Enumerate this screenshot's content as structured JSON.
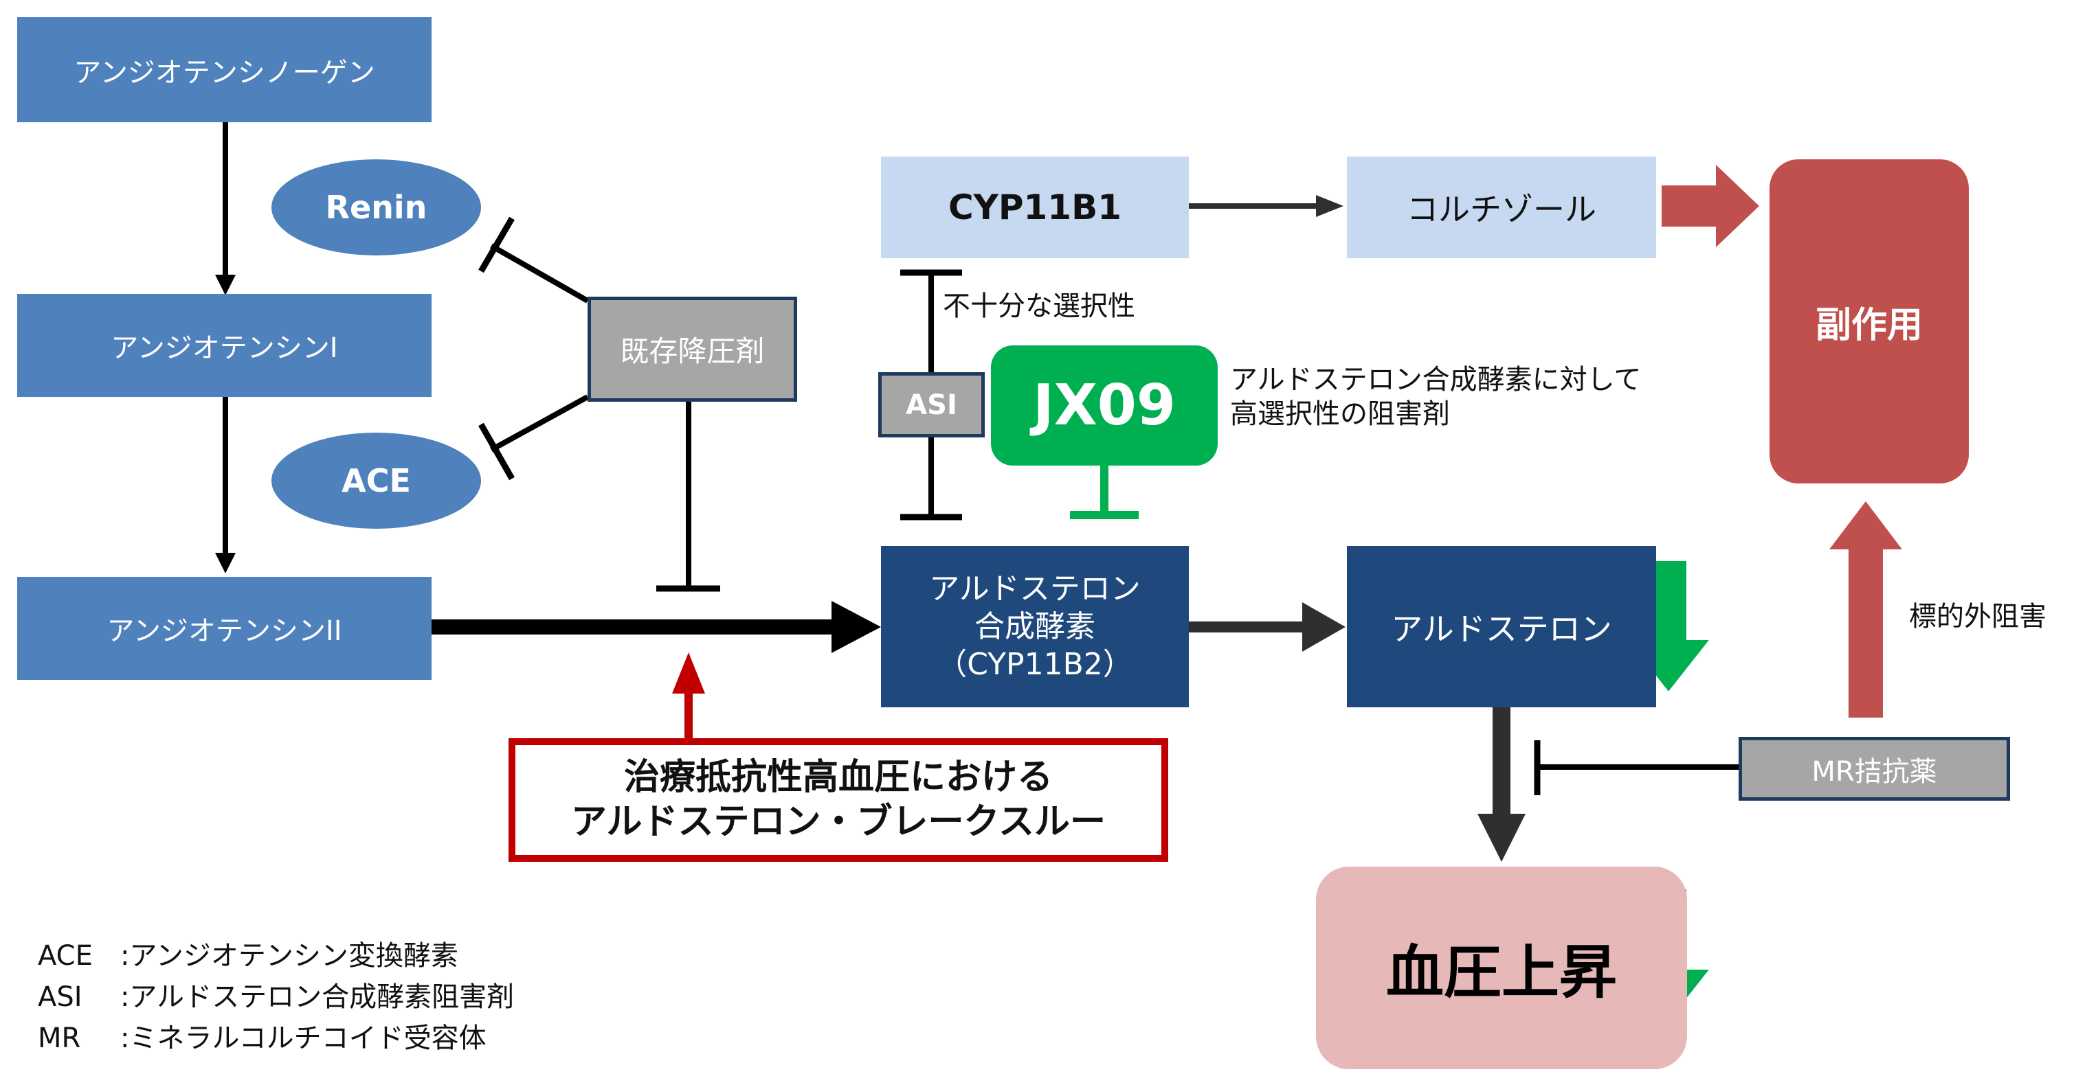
{
  "colors": {
    "blue": "#4F81BD",
    "light_blue": "#C6D9F1",
    "navy": "#1F497D",
    "red": "#C0504D",
    "dark_red": "#C00000",
    "pink": "#E6B9B8",
    "green": "#00B050",
    "gray": "#A6A6A6"
  },
  "nodes": {
    "angiotensinogen": "アンジオテンシノーゲン",
    "renin": "Renin",
    "angiotensin_1": "アンジオテンシンI",
    "existing_drugs": "既存降圧剤",
    "ace": "ACE",
    "angiotensin_2": "アンジオテンシンII",
    "cyp11b1": "CYP11B1",
    "cortisol": "コルチゾール",
    "side_effects": "副作用",
    "insufficient_selectivity": "不十分な選択性",
    "asi": "ASI",
    "jx09": "JX09",
    "jx09_note": "アルドステロン合成酵素に対して\n高選択性の阻害剤",
    "aldosterone_synthase": "アルドステロン\n合成酵素\n（CYP11B2）",
    "aldosterone": "アルドステロン",
    "off_target": "標的外阻害",
    "mr_antagonist": "MR拮抗薬",
    "breakthrough": "治療抵抗性高血圧における\nアルドステロン・ブレークスルー",
    "bp_rise": "血圧上昇"
  },
  "legend": [
    {
      "abbr": "ACE",
      "desc": ":アンジオテンシン変換酵素"
    },
    {
      "abbr": "ASI",
      "desc": ":アルドステロン合成酵素阻害剤"
    },
    {
      "abbr": "MR",
      "desc": ":ミネラルコルチコイド受容体"
    }
  ]
}
